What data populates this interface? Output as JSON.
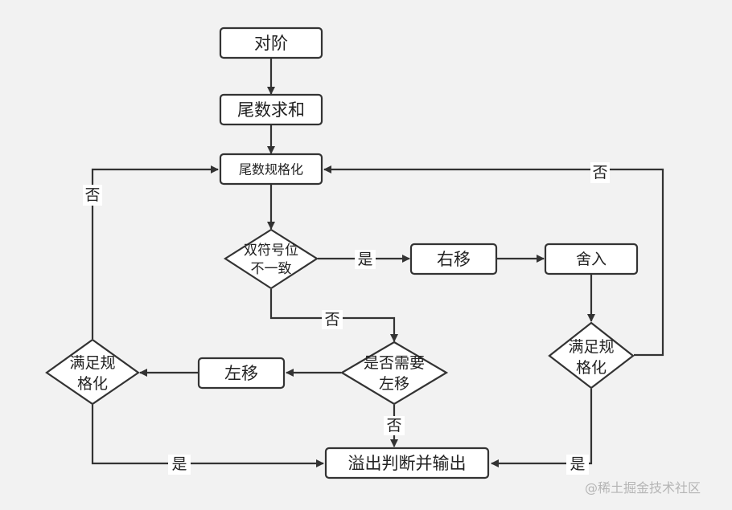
{
  "nodes": {
    "align": "对阶",
    "mantissa_sum": "尾数求和",
    "normalize": "尾数规格化",
    "double_sign_line1": "双符号位",
    "double_sign_line2": "不一致",
    "right_shift": "右移",
    "round": "舍入",
    "need_left_line1": "是否需要",
    "need_left_line2": "左移",
    "left_shift": "左移",
    "left_check_line1": "满足规",
    "left_check_line2": "格化",
    "right_check_line1": "满足规",
    "right_check_line2": "格化",
    "overflow": "溢出判断并输出"
  },
  "labels": {
    "left_no": "否",
    "right_no": "否",
    "dsign_yes": "是",
    "dsign_no": "否",
    "need_no": "否",
    "left_yes": "是",
    "right_yes": "是"
  },
  "watermark": "@稀土掘金技术社区",
  "colors": {
    "background": "#f2f2f2",
    "stroke": "#333333",
    "fill": "#ffffff"
  }
}
